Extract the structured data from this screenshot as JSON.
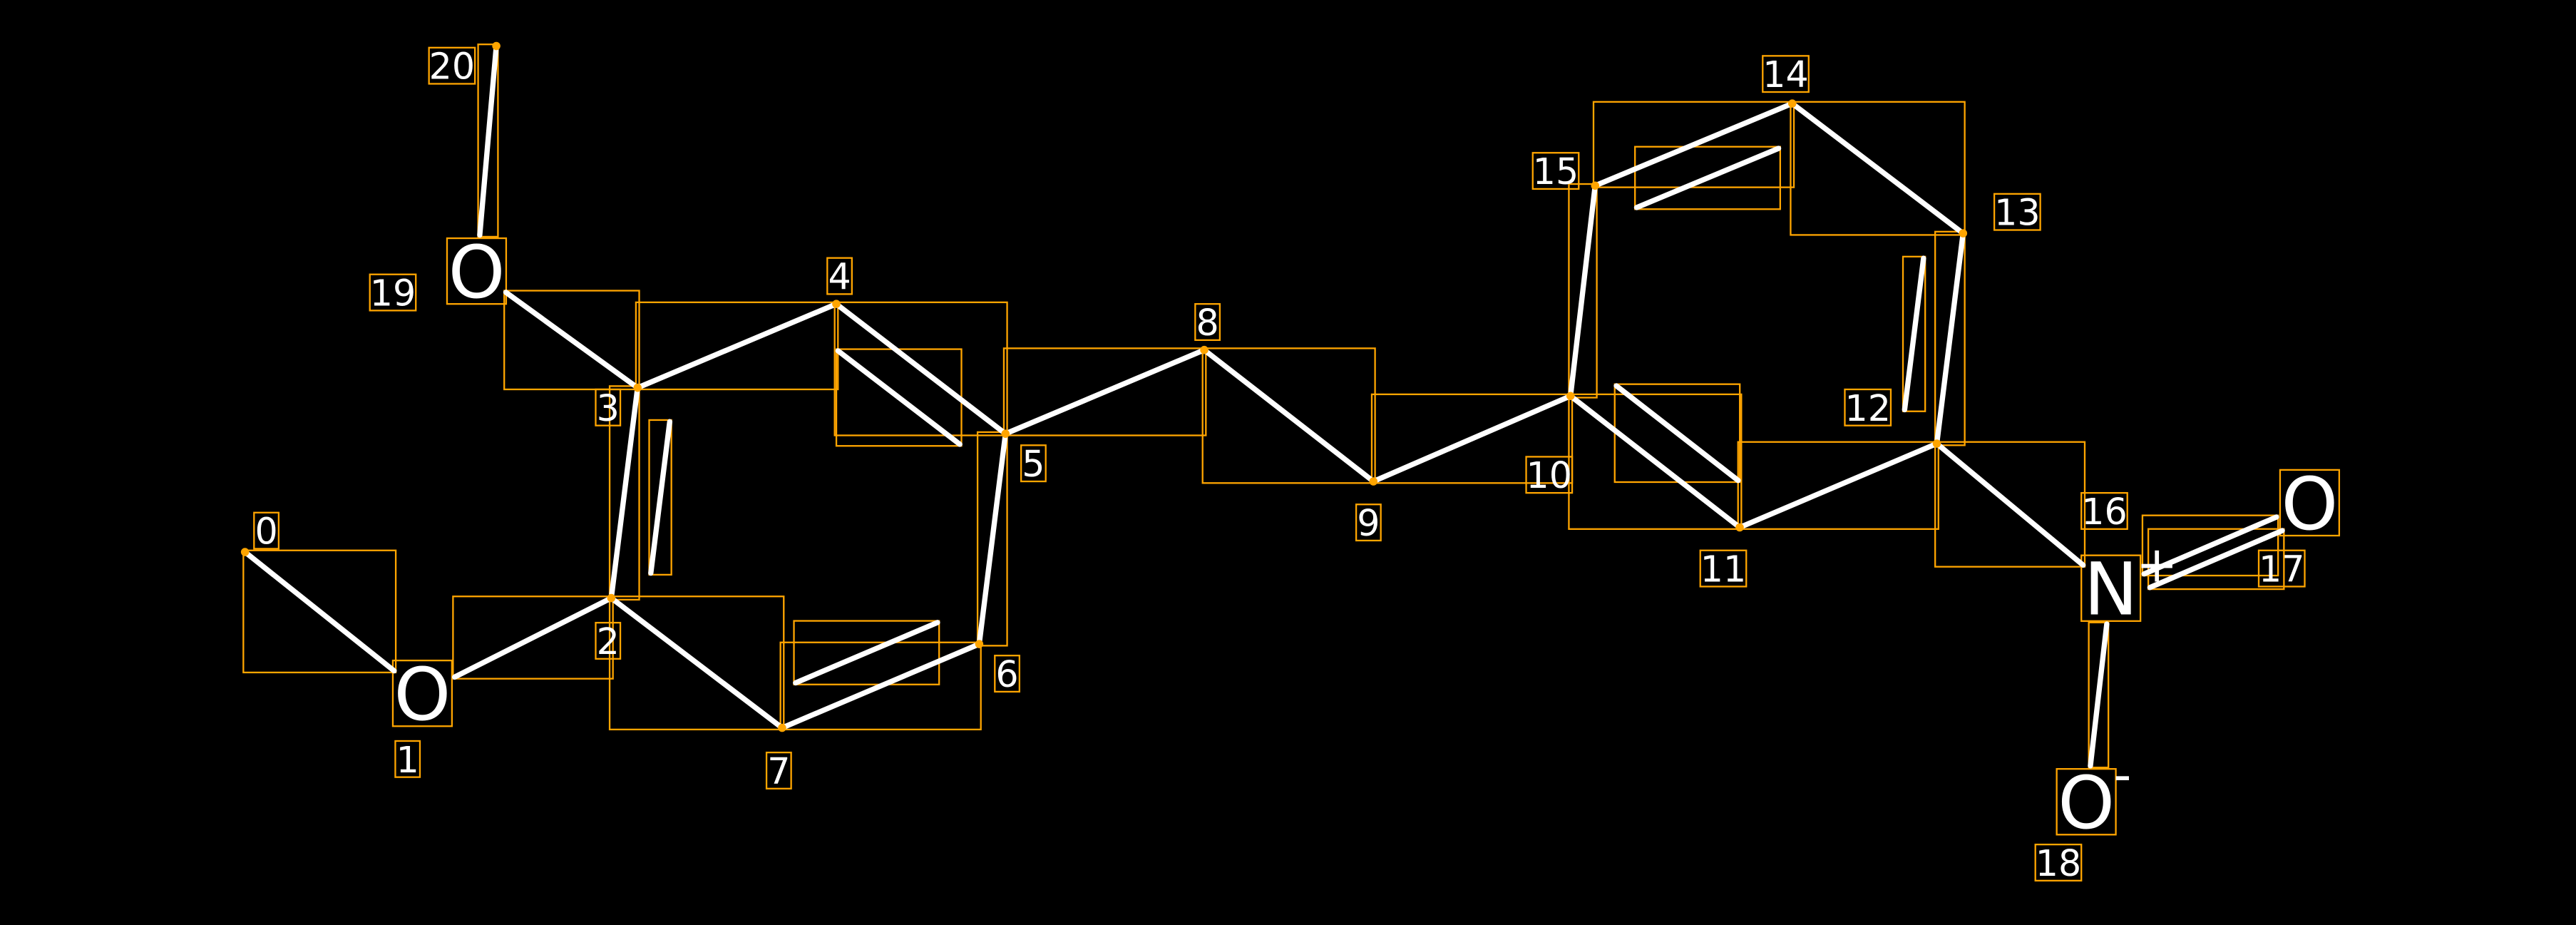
{
  "colors": {
    "background": "#000000",
    "bond": "#FFFFFF",
    "box": "#FFA500"
  },
  "atoms": [
    {
      "index": "0",
      "symbol": ""
    },
    {
      "index": "1",
      "symbol": "O"
    },
    {
      "index": "2",
      "symbol": ""
    },
    {
      "index": "3",
      "symbol": ""
    },
    {
      "index": "4",
      "symbol": ""
    },
    {
      "index": "5",
      "symbol": ""
    },
    {
      "index": "6",
      "symbol": ""
    },
    {
      "index": "7",
      "symbol": ""
    },
    {
      "index": "8",
      "symbol": ""
    },
    {
      "index": "9",
      "symbol": ""
    },
    {
      "index": "10",
      "symbol": ""
    },
    {
      "index": "11",
      "symbol": ""
    },
    {
      "index": "12",
      "symbol": ""
    },
    {
      "index": "13",
      "symbol": ""
    },
    {
      "index": "14",
      "symbol": ""
    },
    {
      "index": "15",
      "symbol": ""
    },
    {
      "index": "16",
      "symbol": "N",
      "charge": "+"
    },
    {
      "index": "17",
      "symbol": "O"
    },
    {
      "index": "18",
      "symbol": "O",
      "charge": "-"
    },
    {
      "index": "19",
      "symbol": "O"
    },
    {
      "index": "20",
      "symbol": ""
    }
  ],
  "bonds": [
    [
      0,
      1,
      1
    ],
    [
      1,
      2,
      1
    ],
    [
      2,
      3,
      2
    ],
    [
      3,
      19,
      1
    ],
    [
      19,
      20,
      1
    ],
    [
      3,
      4,
      1
    ],
    [
      4,
      5,
      2
    ],
    [
      5,
      6,
      1
    ],
    [
      6,
      7,
      2
    ],
    [
      7,
      2,
      1
    ],
    [
      5,
      8,
      1
    ],
    [
      8,
      9,
      1
    ],
    [
      9,
      10,
      1
    ],
    [
      10,
      11,
      2
    ],
    [
      11,
      12,
      1
    ],
    [
      12,
      13,
      2
    ],
    [
      13,
      14,
      1
    ],
    [
      14,
      15,
      2
    ],
    [
      15,
      10,
      1
    ],
    [
      12,
      16,
      1
    ],
    [
      16,
      17,
      2
    ],
    [
      16,
      18,
      1
    ]
  ]
}
